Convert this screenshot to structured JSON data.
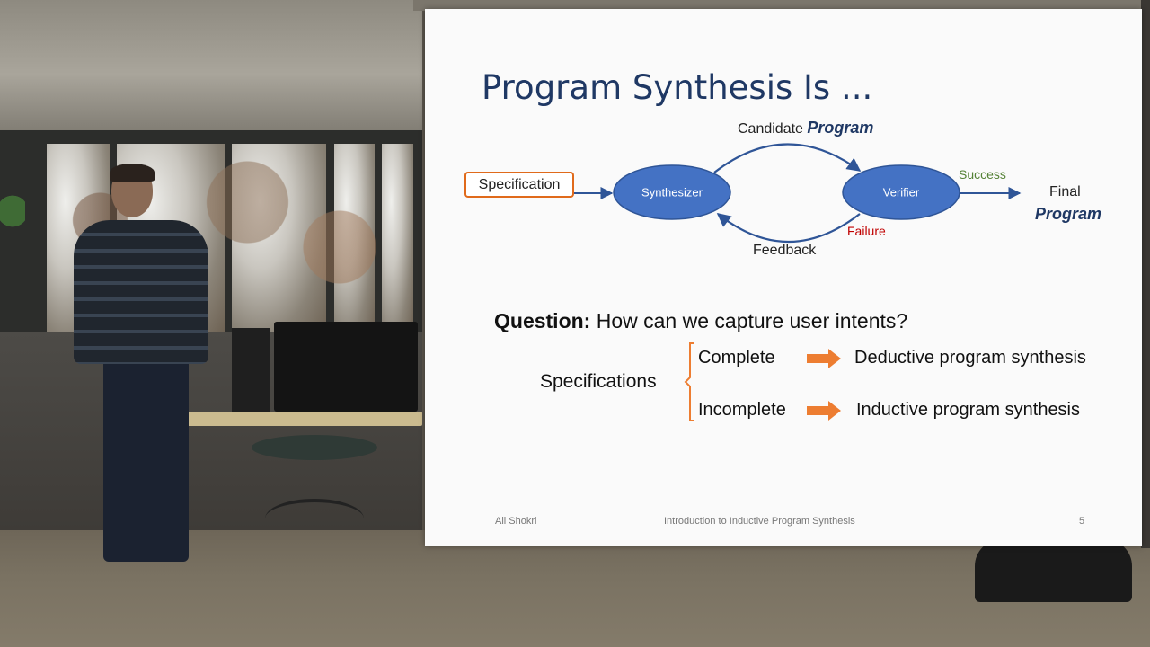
{
  "slide": {
    "title": "Program Synthesis Is ...",
    "diagram": {
      "specification": "Specification",
      "synthesizer": "Synthesizer",
      "verifier": "Verifier",
      "candidate_prefix": "Candidate",
      "candidate_emph": "Program",
      "feedback": "Feedback",
      "failure": "Failure",
      "success": "Success",
      "final_prefix": "Final",
      "final_emph": "Program"
    },
    "question": {
      "label": "Question:",
      "text": "How can we capture user intents?"
    },
    "specifications": {
      "label": "Specifications",
      "rows": [
        {
          "kind": "Complete",
          "result": "Deductive program synthesis"
        },
        {
          "kind": "Incomplete",
          "result": "Inductive program synthesis"
        }
      ]
    },
    "footer": {
      "author": "Ali Shokri",
      "course": "Introduction to Inductive Program Synthesis",
      "page": "5"
    }
  },
  "colors": {
    "title": "#1f3864",
    "node_fill": "#4472c4",
    "arrow_blue": "#2f5597",
    "spec_border": "#e06a1b",
    "success": "#548235",
    "failure": "#c00000",
    "orange_arrow": "#ed7d31"
  }
}
